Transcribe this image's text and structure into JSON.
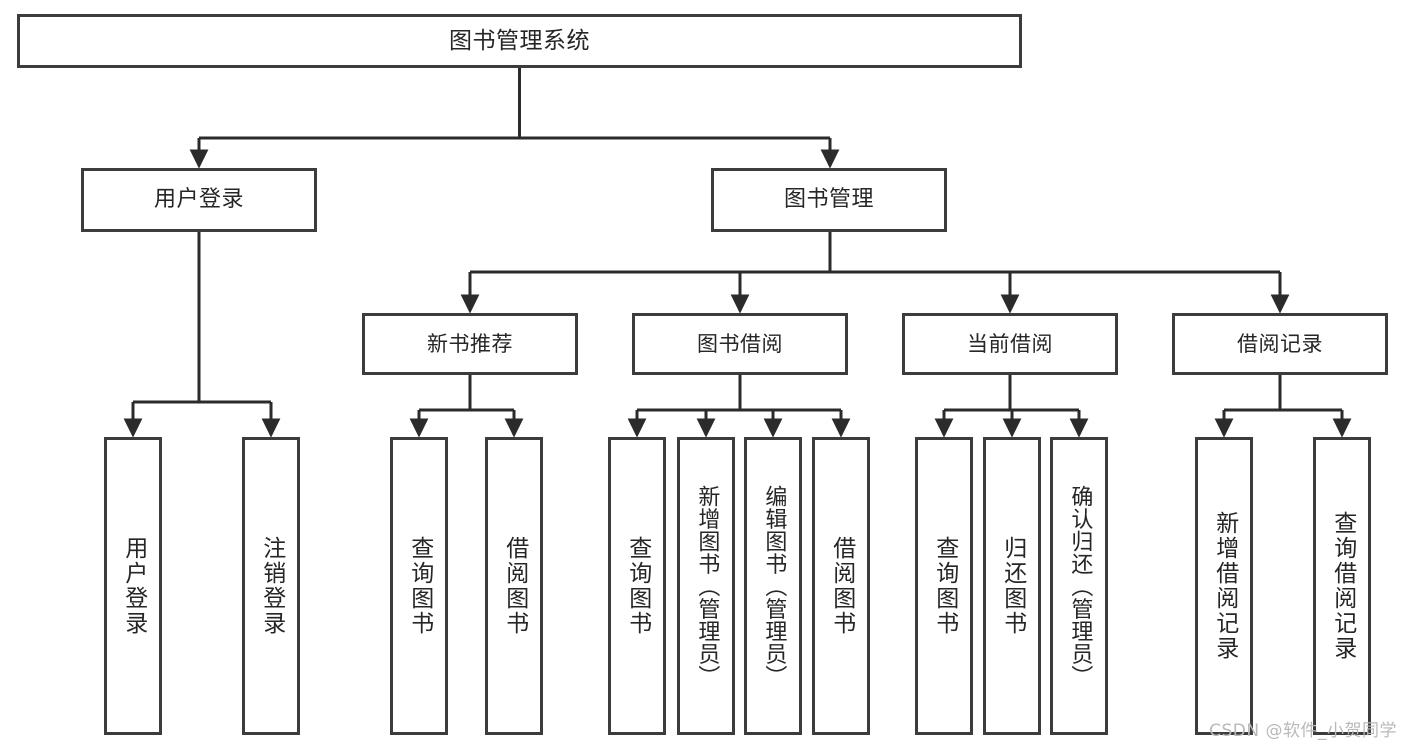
{
  "diagram": {
    "title": "图书管理系统",
    "watermark": "CSDN @软件_小贺同学",
    "colors": {
      "box_border": "#3c3c3c",
      "box_fill": "#ffffff",
      "edge": "#2b2b2b",
      "text": "#262626",
      "watermark": "#b9b9b9",
      "background": "#ffffff"
    },
    "root": {
      "label": "图书管理系统"
    },
    "level2": [
      {
        "label": "用户登录"
      },
      {
        "label": "图书管理"
      }
    ],
    "level3": [
      {
        "label": "新书推荐"
      },
      {
        "label": "图书借阅"
      },
      {
        "label": "当前借阅"
      },
      {
        "label": "借阅记录"
      }
    ],
    "leaves": {
      "user_login": [
        {
          "label": "用户登录"
        },
        {
          "label": "注销登录"
        }
      ],
      "new_book": [
        {
          "label": "查询图书"
        },
        {
          "label": "借阅图书"
        }
      ],
      "book_borrow": [
        {
          "label": "查询图书"
        },
        {
          "label": "新增图书（管理员）"
        },
        {
          "label": "编辑图书（管理员）"
        },
        {
          "label": "借阅图书"
        }
      ],
      "current_borrow": [
        {
          "label": "查询图书"
        },
        {
          "label": "归还图书"
        },
        {
          "label": "确认归还（管理员）"
        }
      ],
      "borrow_record": [
        {
          "label": "新增借阅记录"
        },
        {
          "label": "查询借阅记录"
        }
      ]
    }
  }
}
